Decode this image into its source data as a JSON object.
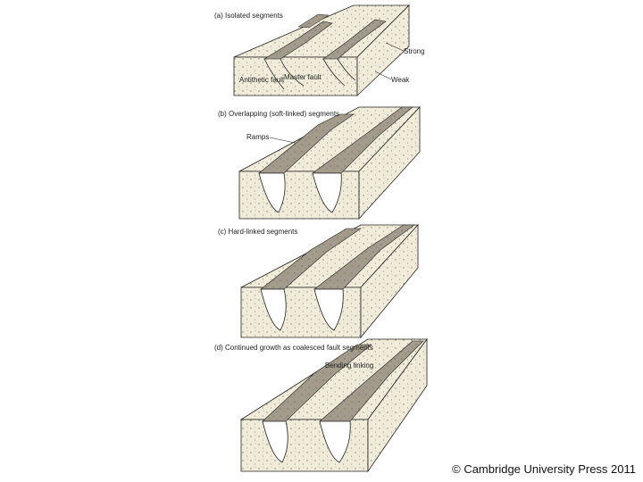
{
  "panels": [
    {
      "caption": "(a) Isolated segments",
      "labels": {
        "antithetic": "Antithetic fault",
        "master": "Master fault",
        "strong": "Strong",
        "weak": "Weak"
      }
    },
    {
      "caption": "(b) Overlapping (soft-linked) segments",
      "labels": {
        "ramps": "Ramps"
      }
    },
    {
      "caption": "(c) Hard-linked segments",
      "labels": {}
    },
    {
      "caption": "(d) Continued growth as coalesced fault segments",
      "labels": {
        "bend": "Bending linking"
      }
    }
  ],
  "copyright": "© Cambridge University Press 2011",
  "colors": {
    "block": "#f1ecd9",
    "fault": "#a39c8c",
    "ink": "#222222"
  }
}
